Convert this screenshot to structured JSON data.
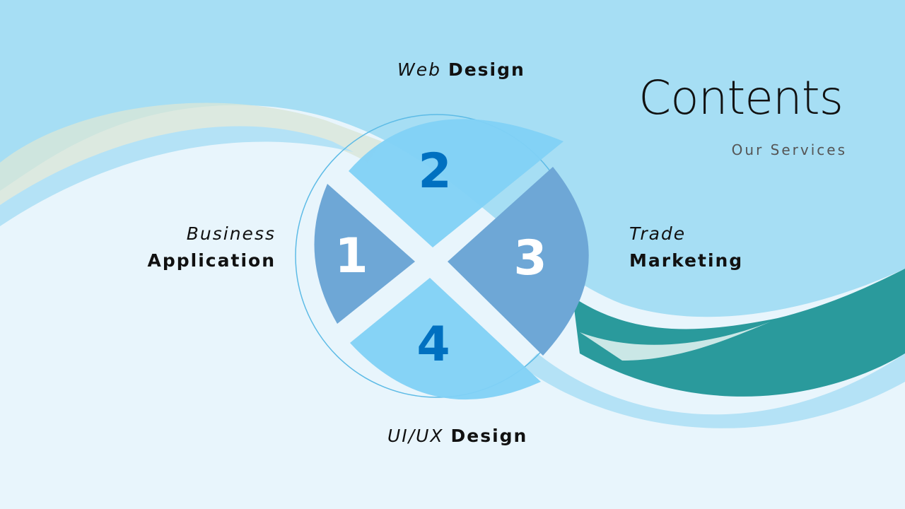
{
  "slide": {
    "title": "Contents",
    "subtitle": "Our Services",
    "items": [
      {
        "number": "1",
        "label_italic": "Business",
        "label_bold": "Application"
      },
      {
        "number": "2",
        "label_italic": "Web",
        "label_bold": "Design"
      },
      {
        "number": "3",
        "label_italic": "Trade",
        "label_bold": "Marketing"
      },
      {
        "number": "4",
        "label_italic": "UI/UX",
        "label_bold": "Design"
      }
    ]
  },
  "colors": {
    "top_bg": "#a6def4",
    "light_bg": "#e8f5fc",
    "wedge_light": "#81d1f6",
    "wedge_dark": "#6ea7d6",
    "num_dark": "#0070c0",
    "teal": "#2a9a9c"
  }
}
